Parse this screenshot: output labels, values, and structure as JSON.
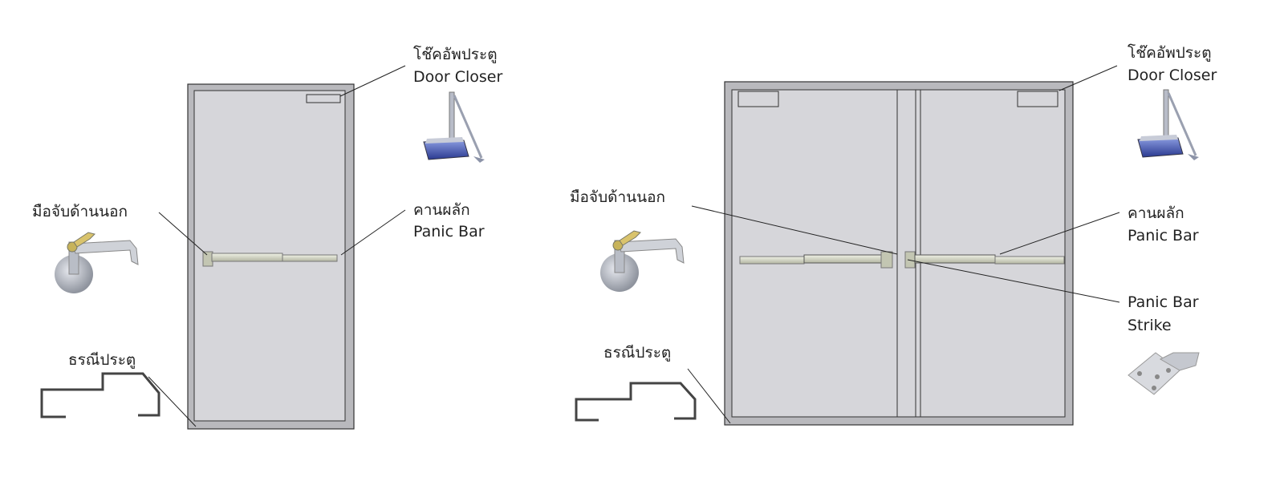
{
  "colors": {
    "door": "#d6d6da",
    "frame": "#b9b9bd",
    "closer_blue": "#3a4fa8",
    "hardware": "#c9ccb8"
  },
  "single_door": {
    "door_closer": {
      "thai": "โช๊คอัพประตู",
      "english": "Door Closer"
    },
    "outside_handle": {
      "thai": "มือจับด้านนอก"
    },
    "panic_bar": {
      "thai": "คานผลัก",
      "english": "Panic Bar"
    },
    "threshold": {
      "thai": "ธรณีประตู"
    }
  },
  "double_door": {
    "door_closer": {
      "thai": "โช๊คอัพประตู",
      "english": "Door Closer"
    },
    "outside_handle": {
      "thai": "มือจับด้านนอก"
    },
    "panic_bar": {
      "thai": "คานผลัก",
      "english": "Panic Bar"
    },
    "panic_bar_strike": {
      "line1": "Panic Bar",
      "line2": "Strike"
    },
    "threshold": {
      "thai": "ธรณีประตู"
    }
  }
}
